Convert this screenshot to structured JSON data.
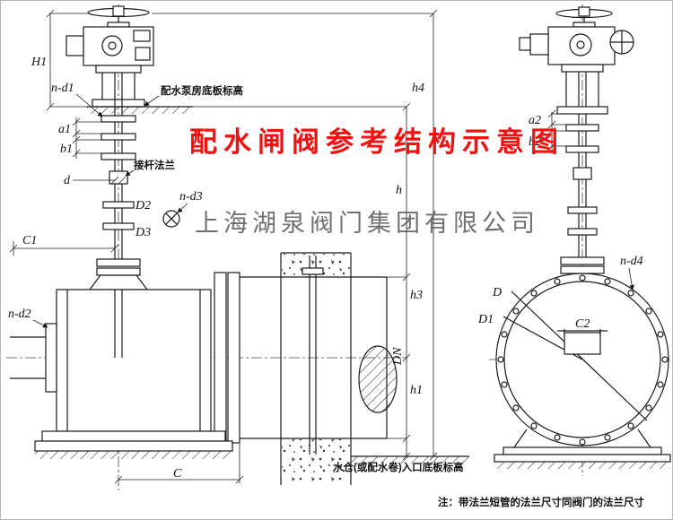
{
  "title": {
    "text": "配水闸阀参考结构示意图",
    "color": "#f21111"
  },
  "watermark": {
    "text": "上海湖泉阀门集团有限公司",
    "color": "#4d4d4d"
  },
  "annotations": {
    "pump_house_floor": "配水泵房底板标高",
    "stem_flange": "接杆法兰",
    "inlet_floor": "水仓(或配水卷)入口底板标高",
    "note": "注：带法兰短管的法兰尺寸同阀门的法兰尺寸"
  },
  "dimensions": {
    "left": {
      "H1": "H1",
      "n_d1": "n-d1",
      "a1": "a1",
      "b1": "b1",
      "d": "d",
      "D2": "D2",
      "D3": "D3",
      "n_d3": "n-d3",
      "C1": "C1",
      "n_d2": "n-d2",
      "C": "C"
    },
    "middle": {
      "h4": "h4",
      "h": "h",
      "h3": "h3",
      "DN": "DN",
      "h1": "h1"
    },
    "right": {
      "a2": "a2",
      "b2": "b2",
      "n_d4": "n-d4",
      "D": "D",
      "D1": "D1",
      "C2": "C2"
    }
  }
}
